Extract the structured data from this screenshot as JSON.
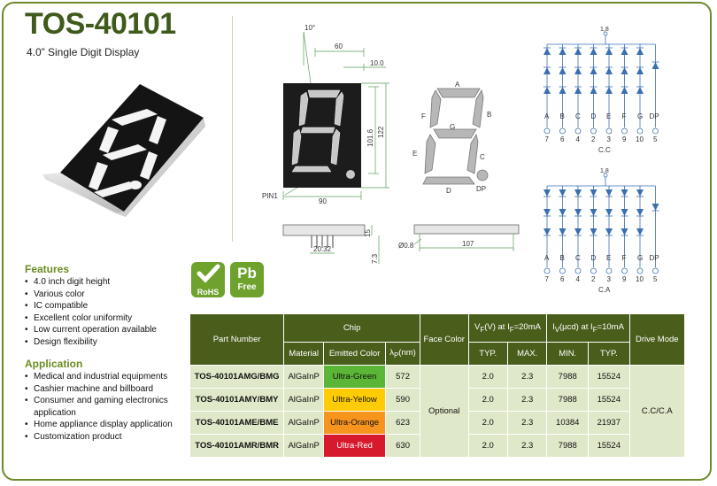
{
  "header": {
    "title": "TOS-40101",
    "subtitle": "4.0” Single Digit Display"
  },
  "features": {
    "title": "Features",
    "items": [
      "4.0 inch digit height",
      "Various color",
      "IC compatible",
      "Excellent color uniformity",
      "Low current operation available",
      "Design flexibility"
    ]
  },
  "application": {
    "title": "Application",
    "items": [
      "Medical and industrial equipments",
      "Cashier machine and billboard",
      "Consumer and gaming electronics application",
      "Home appliance display application",
      "Customization product"
    ]
  },
  "badges": {
    "rohs": "RoHS",
    "pb": "Pb",
    "free": "Free"
  },
  "dimensions": {
    "angle": "10°",
    "d60": "60",
    "d10": "10.0",
    "d101": "101.6",
    "d122": "122",
    "d90": "90",
    "pin1": "PIN1",
    "d15": "15",
    "d73": "7.3",
    "d2032": "20.32",
    "d08": "Ø0.8",
    "d107": "107"
  },
  "segments": {
    "A": "A",
    "B": "B",
    "C": "C",
    "D": "D",
    "E": "E",
    "F": "F",
    "G": "G",
    "DP": "DP"
  },
  "circuit": {
    "common_pins": "1,8",
    "letters": [
      "A",
      "B",
      "C",
      "D",
      "E",
      "F",
      "G",
      "DP"
    ],
    "pins": [
      "7",
      "6",
      "4",
      "2",
      "3",
      "9",
      "10",
      "5"
    ],
    "cc_label": "C.C",
    "ca_label": "C.A"
  },
  "table": {
    "headers": {
      "part_number": "Part Number",
      "chip": "Chip",
      "material": "Material",
      "emitted_color": "Emitted Color",
      "wavelength": "λ",
      "wavelength_sub": "P",
      "wavelength_unit": "(nm)",
      "face_color": "Face Color",
      "vf_a": "V",
      "vf_sub": "F",
      "vf_b": "(V) at I",
      "vf_sub2": "F",
      "vf_c": "=20mA",
      "iv_a": "I",
      "iv_sub": "V",
      "iv_b": "(µcd) at I",
      "iv_sub2": "F",
      "iv_c": "=10mA",
      "typ": "TYP.",
      "max": "MAX.",
      "min": "MIN.",
      "typ2": "TYP.",
      "drive_mode": "Drive Mode"
    },
    "rows": [
      {
        "part": "TOS-40101AMG/BMG",
        "material": "AlGaInP",
        "color": "Ultra-Green",
        "color_hex": "#5bb536",
        "wl": "572",
        "vtyp": "2.0",
        "vmax": "2.3",
        "imin": "7988",
        "ityp": "15524"
      },
      {
        "part": "TOS-40101AMY/BMY",
        "material": "AlGaInP",
        "color": "Ultra-Yellow",
        "color_hex": "#ffcb05",
        "wl": "590",
        "vtyp": "2.0",
        "vmax": "2.3",
        "imin": "7988",
        "ityp": "15524"
      },
      {
        "part": "TOS-40101AME/BME",
        "material": "AlGaInP",
        "color": "Ultra-Orange",
        "color_hex": "#f7941d",
        "wl": "623",
        "vtyp": "2.0",
        "vmax": "2.3",
        "imin": "10384",
        "ityp": "21937"
      },
      {
        "part": "TOS-40101AMR/BMR",
        "material": "AlGaInP",
        "color": "Ultra-Red",
        "color_hex": "#d7192d",
        "wl": "630",
        "vtyp": "2.0",
        "vmax": "2.3",
        "imin": "7988",
        "ityp": "15524"
      }
    ],
    "face_color": "Optional",
    "drive_mode": "C.C/C.A"
  }
}
